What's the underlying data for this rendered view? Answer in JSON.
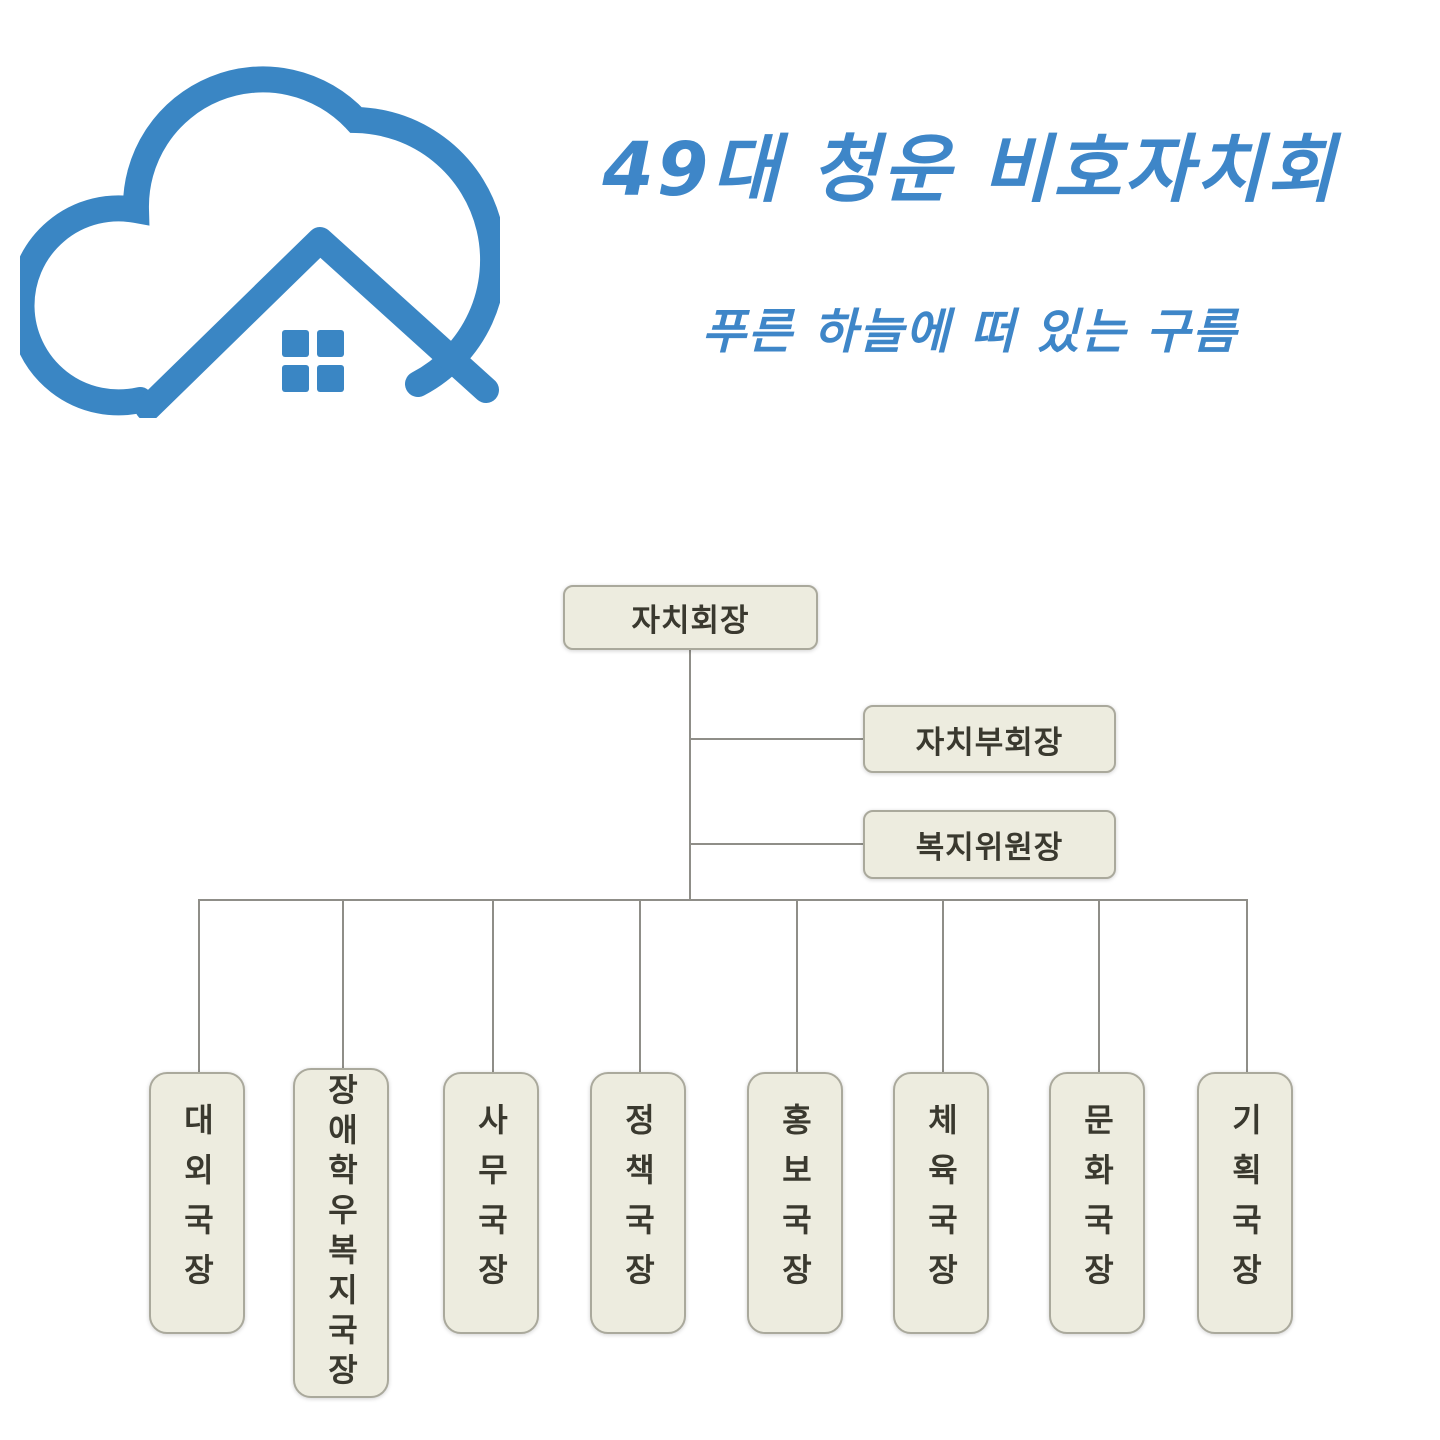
{
  "header": {
    "title": "49대 청운 비호자치회",
    "subtitle": "푸른 하늘에 떠 있는 구름",
    "accent_color": "#3a86c4"
  },
  "org_chart": {
    "president": "자치회장",
    "vice_president": "자치부회장",
    "welfare_chair": "복지위원장",
    "departments": [
      "대외국장",
      "장애학우복지국장",
      "사무국장",
      "정책국장",
      "홍보국장",
      "체육국장",
      "문화국장",
      "기획국장"
    ]
  }
}
